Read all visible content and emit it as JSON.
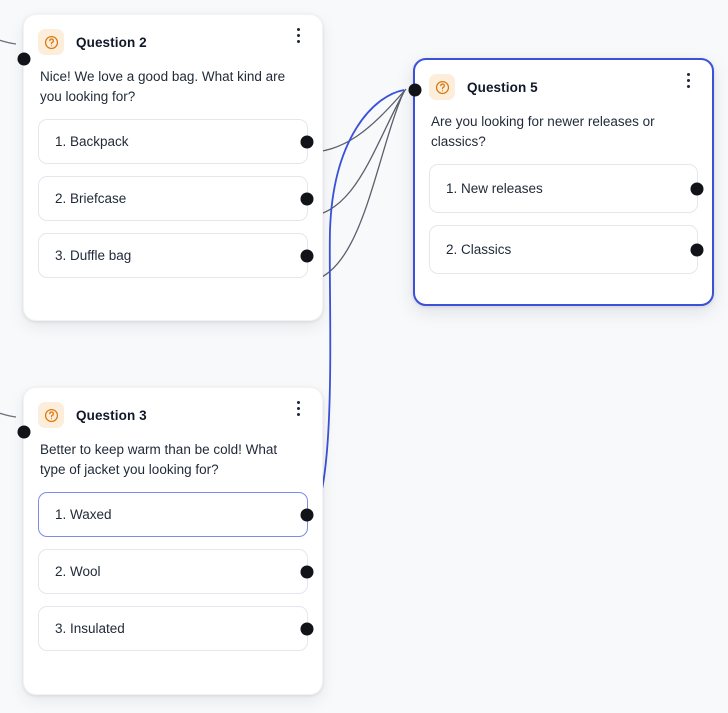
{
  "canvas": {
    "background_color": "#f7f9fb",
    "accent_color": "#3b51d8",
    "badge_bg_color": "#fdeedc",
    "badge_icon_color": "#d9770b",
    "handle_color": "#111318"
  },
  "nodes": [
    {
      "id": "question-2",
      "icon": "question-circle-icon",
      "title": "Question 2",
      "menu_icon": "kebab-menu-icon",
      "prompt": "Nice! We love a good bag. What kind are you looking for?",
      "selected": false,
      "options": [
        {
          "label": "1. Backpack",
          "selected": false
        },
        {
          "label": "2. Briefcase",
          "selected": false
        },
        {
          "label": "3. Duffle bag",
          "selected": false
        }
      ]
    },
    {
      "id": "question-3",
      "icon": "question-circle-icon",
      "title": "Question 3",
      "menu_icon": "kebab-menu-icon",
      "prompt": "Better to keep warm than be cold! What type of jacket you looking for?",
      "selected": false,
      "options": [
        {
          "label": "1. Waxed",
          "selected": true
        },
        {
          "label": "2. Wool",
          "selected": false
        },
        {
          "label": "3. Insulated",
          "selected": false
        }
      ]
    },
    {
      "id": "question-5",
      "icon": "question-circle-icon",
      "title": "Question 5",
      "menu_icon": "kebab-menu-icon",
      "prompt": "Are you looking for newer releases or classics?",
      "selected": true,
      "options": [
        {
          "label": "1. New releases",
          "selected": false
        },
        {
          "label": "2. Classics",
          "selected": false
        }
      ]
    }
  ],
  "edges": [
    {
      "from": "question-2.option-1",
      "to": "question-5.input",
      "color": "#555a66"
    },
    {
      "from": "question-2.option-2",
      "to": "question-5.input",
      "color": "#555a66"
    },
    {
      "from": "question-2.option-3",
      "to": "question-5.input",
      "color": "#555a66"
    },
    {
      "from": "question-3.option-1",
      "to": "question-5.input",
      "color": "#3b51d8"
    },
    {
      "from": "offscreen-left",
      "to": "question-2.input",
      "color": "#555a66"
    },
    {
      "from": "offscreen-left",
      "to": "question-3.input",
      "color": "#555a66"
    }
  ]
}
